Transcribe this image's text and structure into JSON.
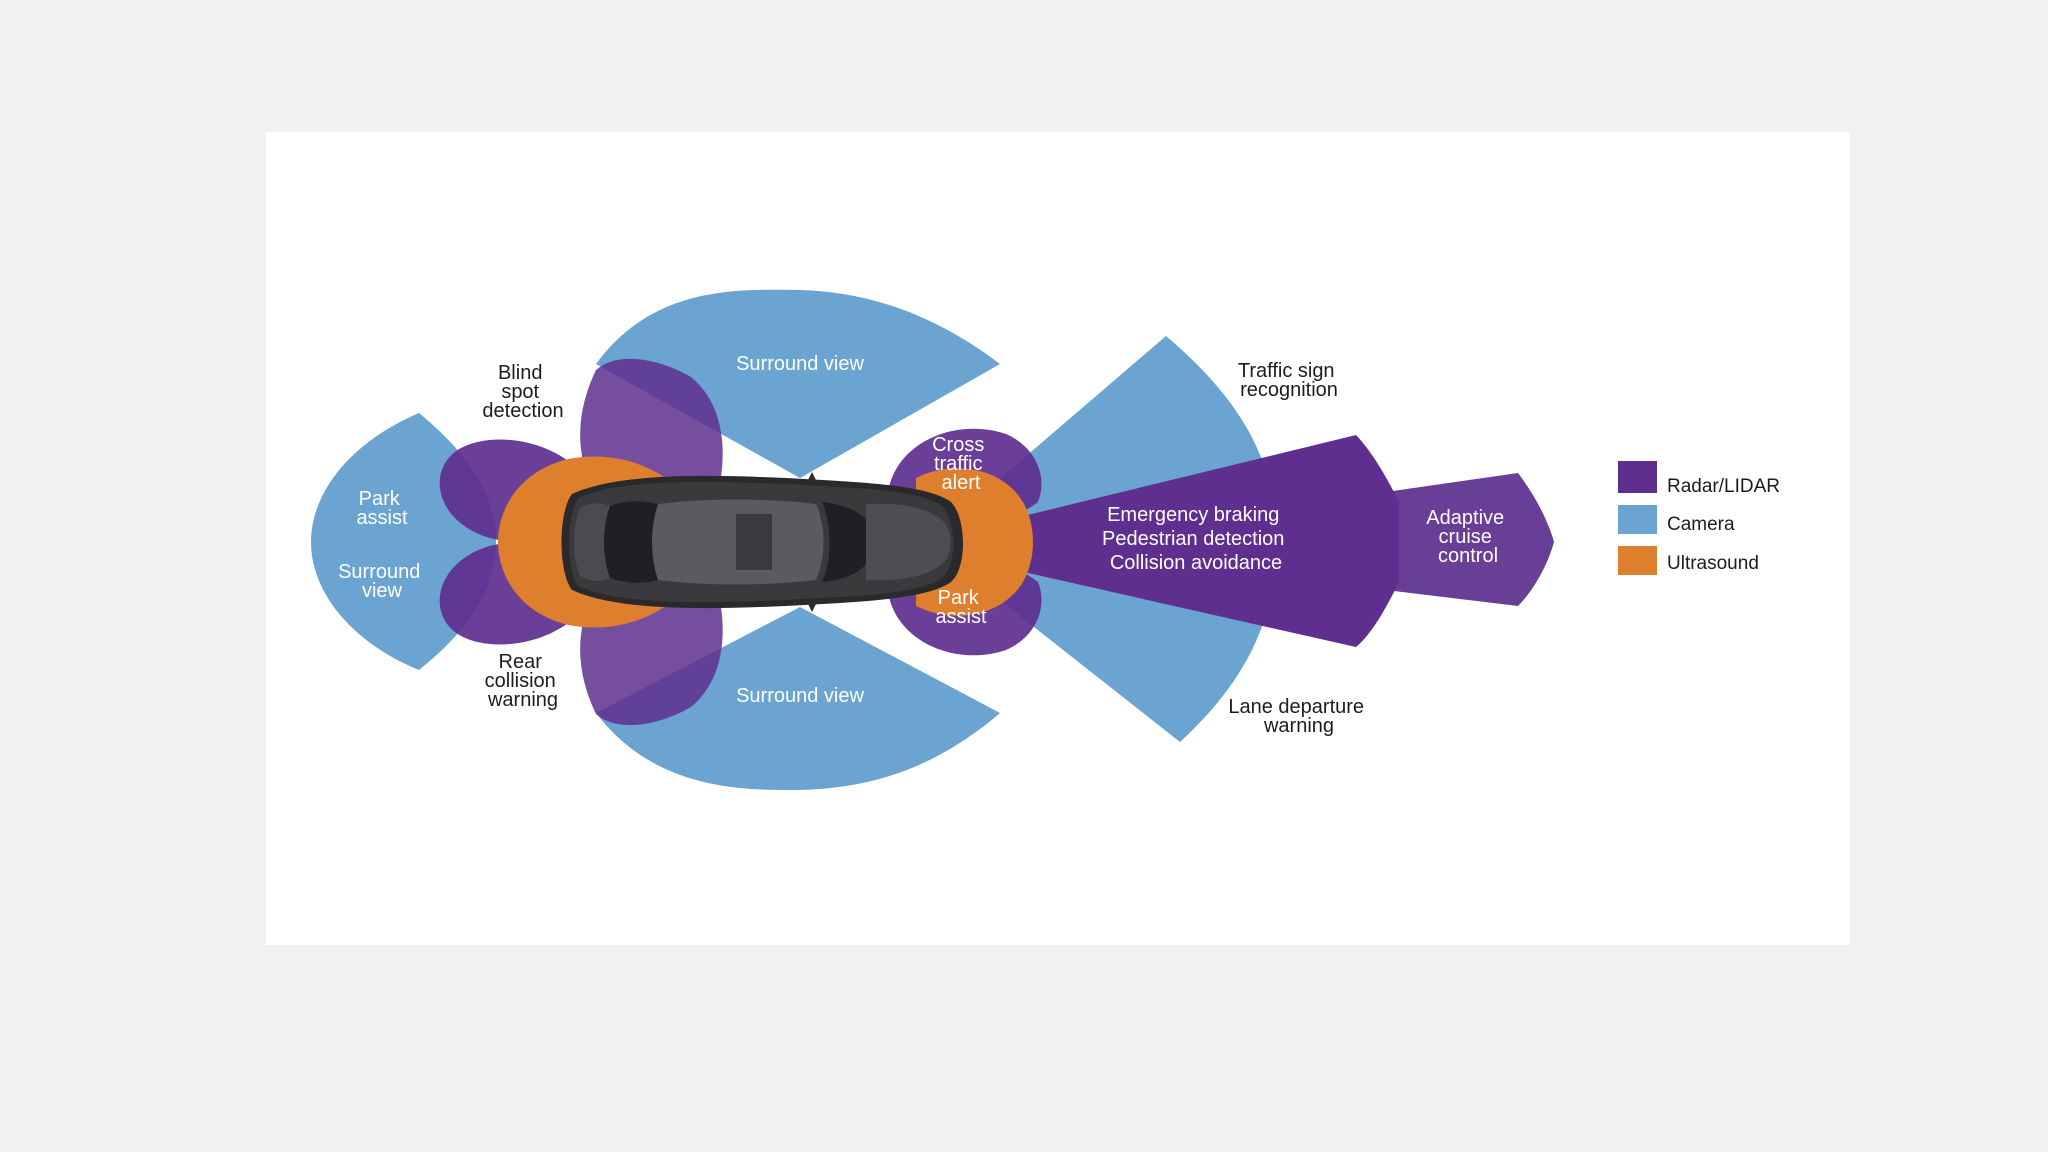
{
  "colors": {
    "radar_lidar": "#5e2f8f",
    "camera": "#6ba3d1",
    "ultrasound": "#de7f2e",
    "panel": "#ffffff",
    "page_background": "#f1f1f2"
  },
  "legend": [
    {
      "label": "Radar/LIDAR",
      "color_key": "radar_lidar"
    },
    {
      "label": "Camera",
      "color_key": "camera"
    },
    {
      "label": "Ultrasound",
      "color_key": "ultrasound"
    }
  ],
  "labels": {
    "surround_view_top": "Surround view",
    "surround_view_bottom": "Surround view",
    "park_assist_rear": [
      "Park",
      "assist"
    ],
    "surround_view_rear": [
      "Surround",
      "view"
    ],
    "blind_spot": [
      "Blind",
      "spot",
      "detection"
    ],
    "rear_collision": [
      "Rear",
      "collision",
      "warning"
    ],
    "cross_traffic": [
      "Cross",
      "traffic",
      "alert"
    ],
    "park_assist_front": [
      "Park",
      "assist"
    ],
    "long_range": [
      "Emergency braking",
      "Pedestrian detection",
      "Collision avoidance"
    ],
    "adaptive_cruise": [
      "Adaptive",
      "cruise",
      "control"
    ],
    "traffic_sign": [
      "Traffic sign",
      "recognition"
    ],
    "lane_departure": [
      "Lane departure",
      "warning"
    ]
  },
  "car": {
    "icon": "car-top-view-icon"
  }
}
